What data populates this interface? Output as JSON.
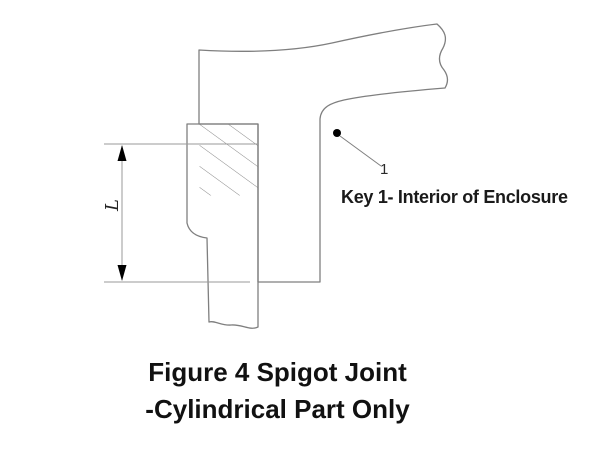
{
  "diagram": {
    "dimension_label": "L",
    "callout": {
      "number": "1",
      "key_text": "Key 1- Interior of Enclosure"
    },
    "caption": {
      "line1": "Figure 4 Spigot Joint",
      "line2": "-Cylindrical Part Only"
    },
    "parts": [
      {
        "name": "enclosure",
        "hatch_direction": "backslash"
      },
      {
        "name": "cylindrical-spigot-part",
        "hatch_direction": "slash"
      }
    ],
    "colors": {
      "background": "#ffffff",
      "outline": "#7f7f7f",
      "hatch": "#8a8a8a",
      "dimension_line": "#9a9a9a",
      "marker": "#000000",
      "text": "#1a1a1a"
    }
  }
}
